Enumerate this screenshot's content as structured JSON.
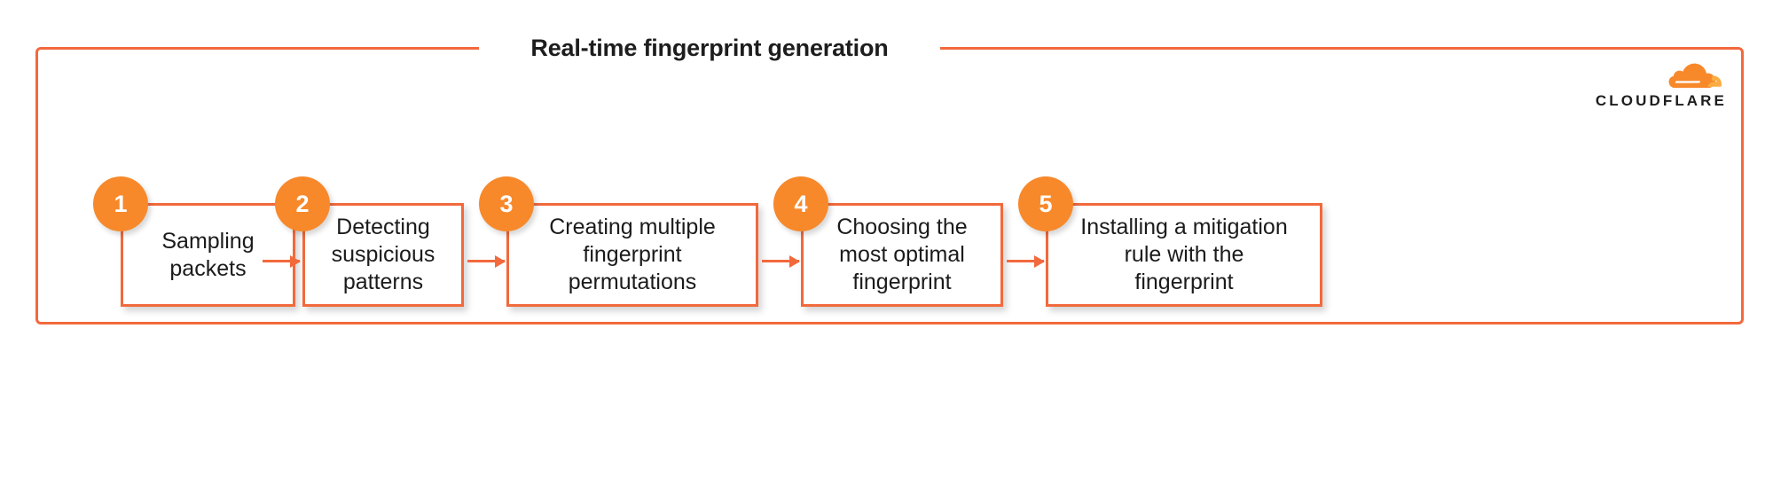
{
  "panel": {
    "title": "Real-time fingerprint generation",
    "border_color": "#F2693C",
    "background": "#FFFFFF"
  },
  "brand": {
    "logo_icon": "cloudflare-cloud-icon",
    "wordmark": "CLOUDFLARE",
    "primary_color": "#F7892B",
    "secondary_color": "#FBAD41"
  },
  "flow": {
    "type": "linear-process",
    "accent_color": "#F2693C",
    "badge_color": "#F7892B",
    "arrow_icon": "arrow-right-icon",
    "steps": [
      {
        "number": "1",
        "label": "Sampling\npackets"
      },
      {
        "number": "2",
        "label": "Detecting\nsuspicious\npatterns"
      },
      {
        "number": "3",
        "label": "Creating multiple\nfingerprint\npermutations"
      },
      {
        "number": "4",
        "label": "Choosing the\nmost optimal\nfingerprint"
      },
      {
        "number": "5",
        "label": "Installing a mitigation\nrule with the\nfingerprint"
      }
    ]
  }
}
